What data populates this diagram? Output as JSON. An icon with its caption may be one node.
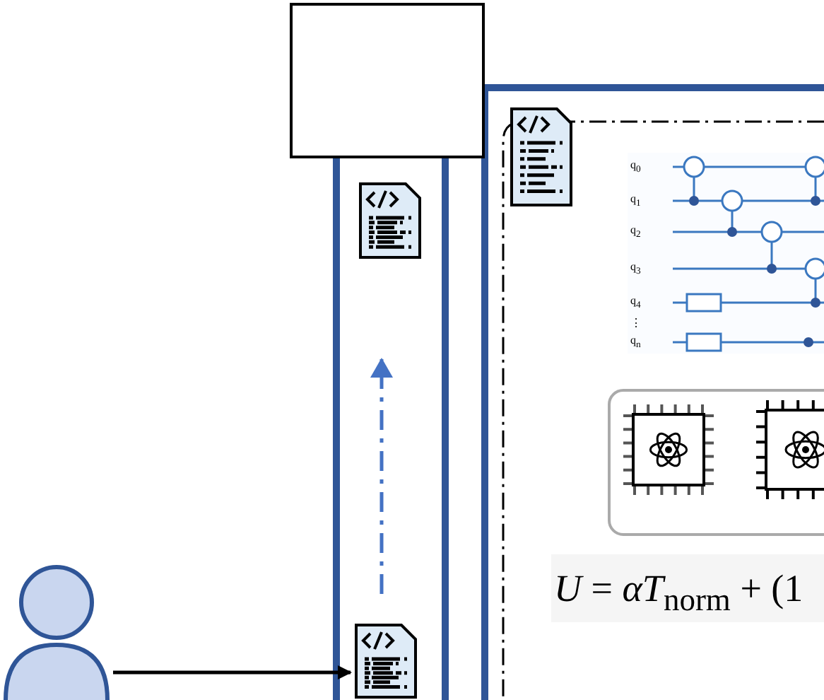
{
  "diagram": {
    "nodes": [
      {
        "text": [],
        "shape": "box"
      },
      {
        "text": [],
        "shape": "person"
      },
      {
        "text": [],
        "shape": "picture"
      },
      {
        "text": [],
        "shape": "picture"
      },
      {
        "text": [],
        "shape": "picture"
      }
    ],
    "edges": [
      {
        "from": 1,
        "to": 2,
        "arrow": "to"
      },
      {
        "from": 2,
        "to": 3,
        "arrow": "to",
        "style": "dashed",
        "color": "#4472c4"
      }
    ],
    "labels": [
      "q$_{0}$",
      "q$_{1}$",
      "q$_{2}$",
      "q$_{3}$",
      "q$_{4}$",
      "⋮",
      "q$_{n}$",
      "*U* = *αT*$_{norm}$ + (1"
    ]
  }
}
